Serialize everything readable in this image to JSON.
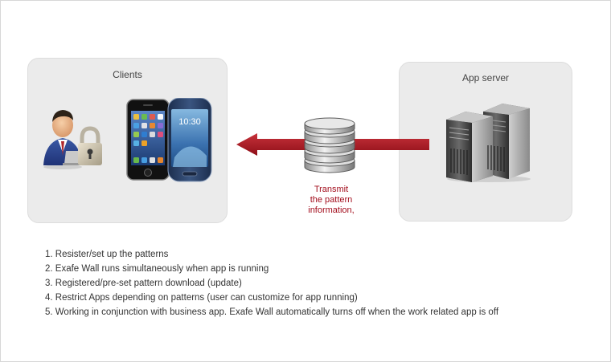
{
  "clients": {
    "title": "Clients"
  },
  "server": {
    "title": "App server"
  },
  "caption": {
    "lines": [
      "Transmit",
      "the pattern",
      "information,"
    ]
  },
  "steps": [
    "1. Resister/set up the patterns",
    "2. Exafe Wall runs simultaneously when app is running",
    "3. Registered/pre-set pattern download (update)",
    "4. Restrict Apps depending on patterns (user can customize for app running)",
    "5. Working in conjunction with business app. Exafe Wall automatically turns off when the work related app is off"
  ],
  "phone_left_time": "10:30",
  "colors": {
    "accent": "#b01e28",
    "caption": "#a30e1d",
    "panel": "#ebebeb"
  }
}
